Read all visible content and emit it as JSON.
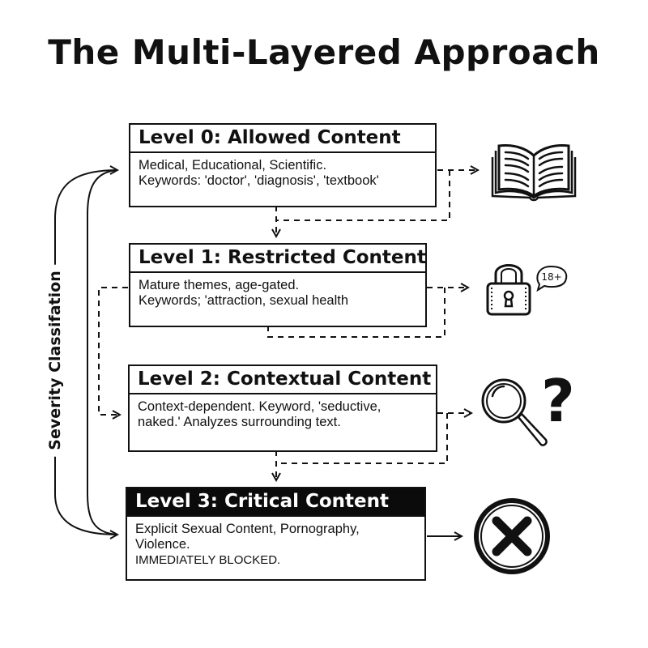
{
  "title": "The Multi-Layered Approach",
  "side_label": "Severity Classifation",
  "levels": [
    {
      "heading": "Level 0: Allowed Content",
      "lines": [
        "Medical, Educational, Scientific.",
        "Keywords: 'doctor', 'diagnosis', 'textbook'"
      ],
      "icon": "open-book-icon"
    },
    {
      "heading": "Level 1: Restricted Content",
      "lines": [
        "Mature themes, age-gated.",
        "Keywords; 'attraction, sexual health"
      ],
      "icon": "padlock-icon",
      "badge": "18+"
    },
    {
      "heading": "Level 2: Contextual Content",
      "lines": [
        "Context-dependent. Keyword, 'seductive,",
        "naked.' Analyzes surrounding text."
      ],
      "icon": "magnifying-glass-icon",
      "extra_glyph": "?"
    },
    {
      "heading": "Level 3: Critical Content",
      "lines": [
        "Explicit Sexual Content, Pornography,",
        "Violence."
      ],
      "note": "IMMEDIATELY BLOCKED.",
      "icon": "blocked-x-icon",
      "style": "critical"
    }
  ],
  "colors": {
    "ink": "#111111",
    "background": "#ffffff",
    "critical_header": "#0b0b0b"
  }
}
